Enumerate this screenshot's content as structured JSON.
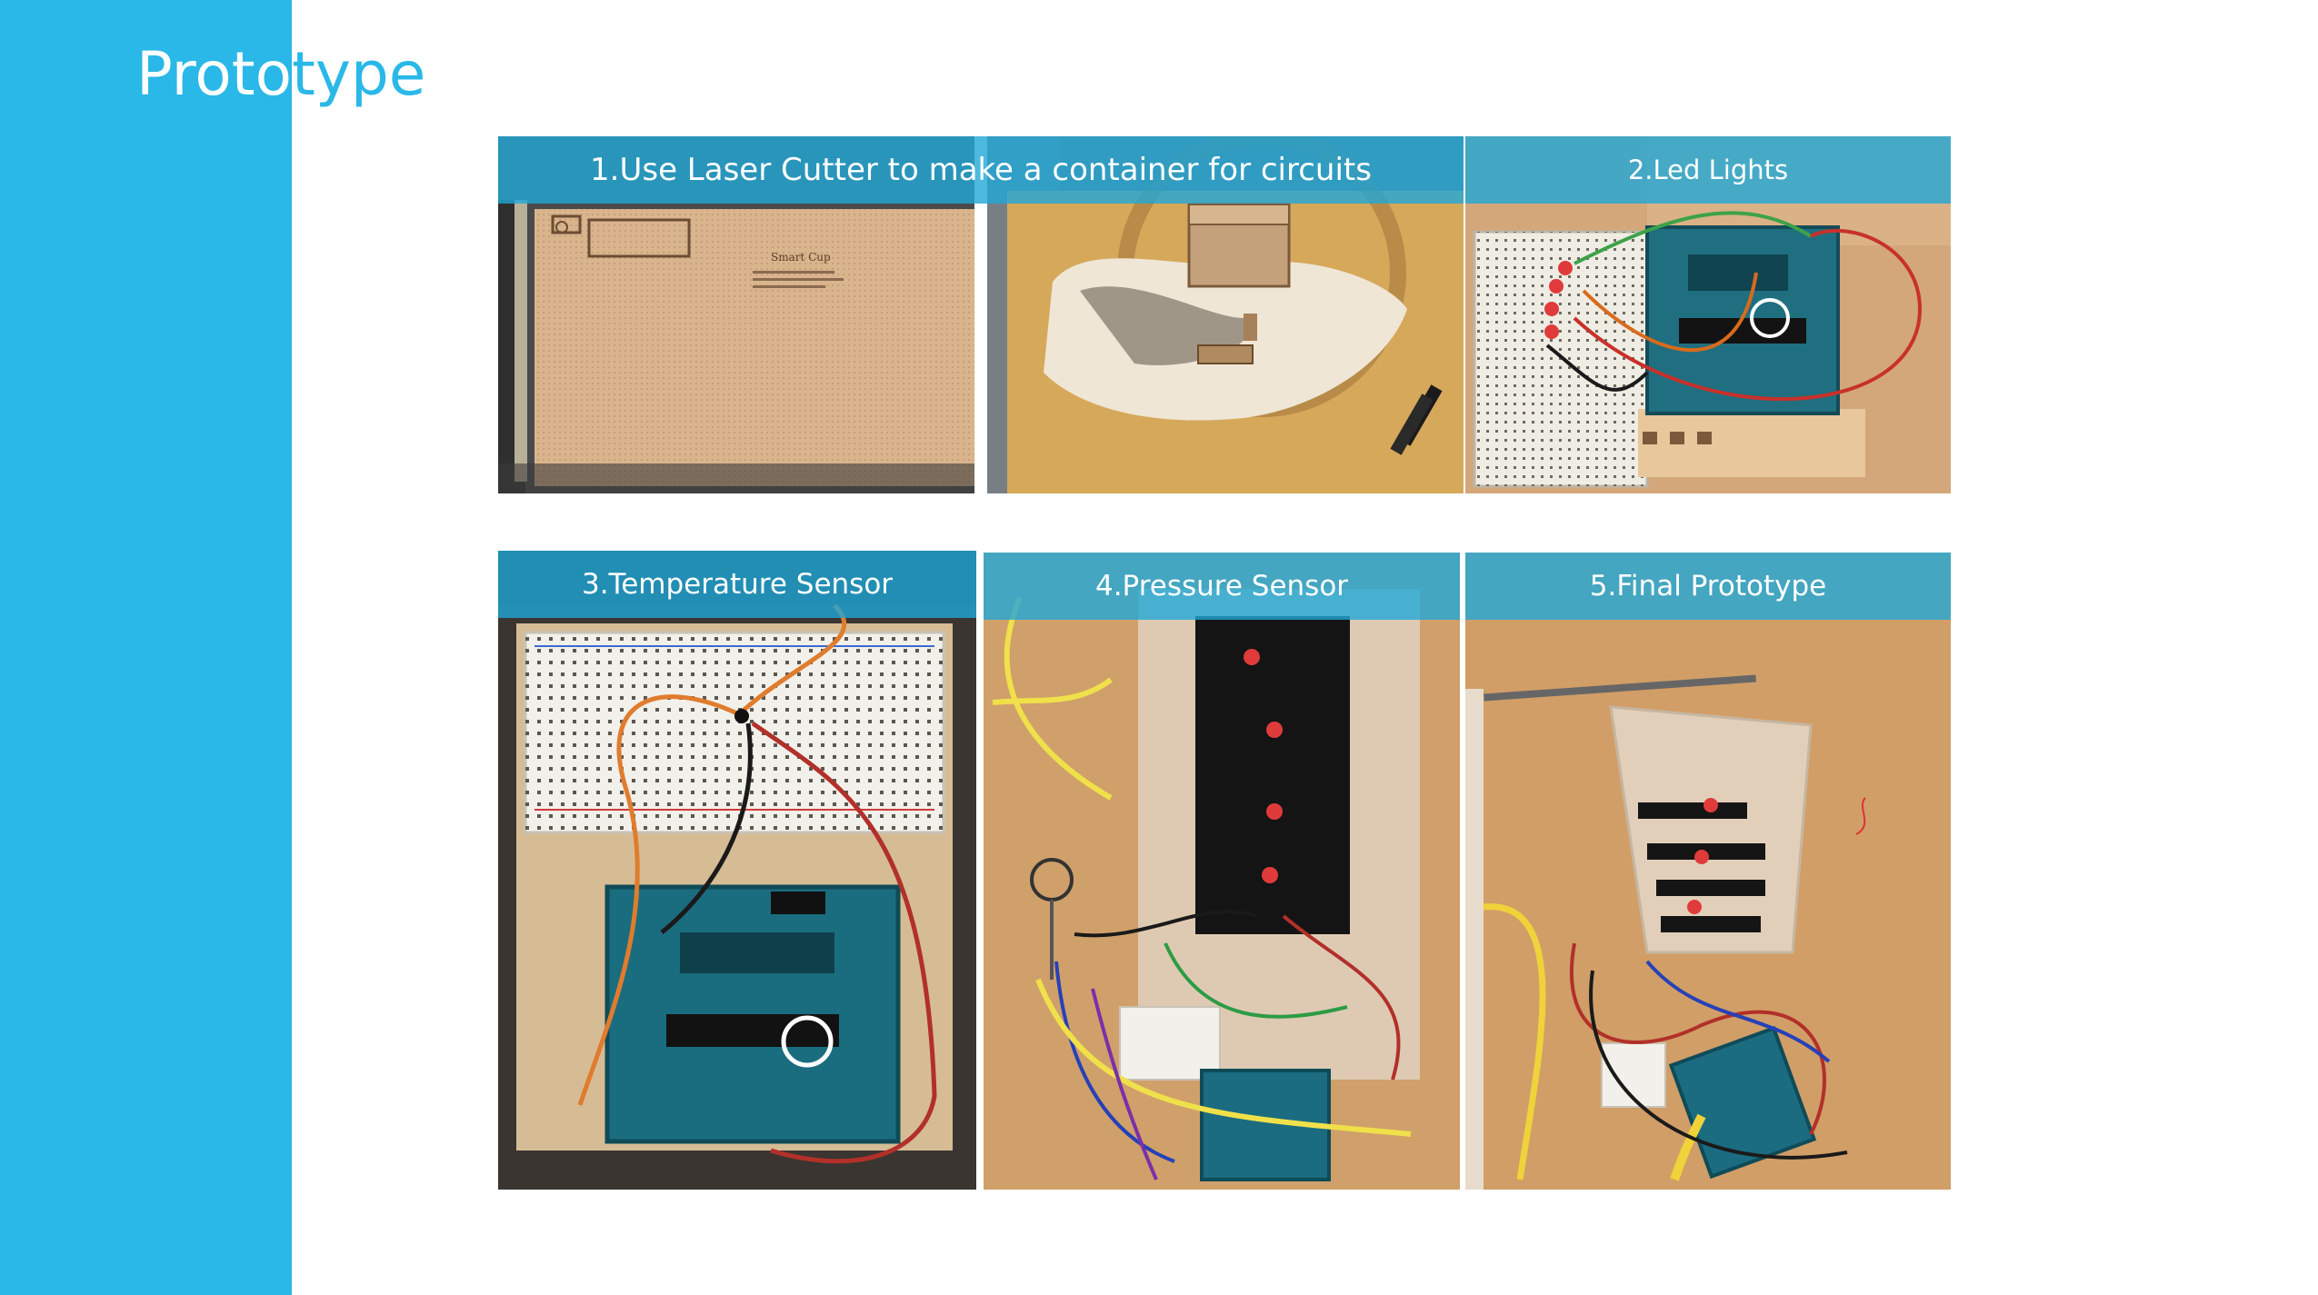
{
  "slide": {
    "title_part_a": "Proto",
    "title_part_b": "type",
    "accent_color": "#29b8e8"
  },
  "panels": {
    "laser_cutter": {
      "caption": "1.Use Laser Cutter to make a container for circuits",
      "board_text": "Smart Cup"
    },
    "led_lights": {
      "caption": "2.Led Lights"
    },
    "temperature": {
      "caption": "3.Temperature Sensor"
    },
    "pressure": {
      "caption": "4.Pressure Sensor"
    },
    "final": {
      "caption": "5.Final Prototype"
    }
  }
}
